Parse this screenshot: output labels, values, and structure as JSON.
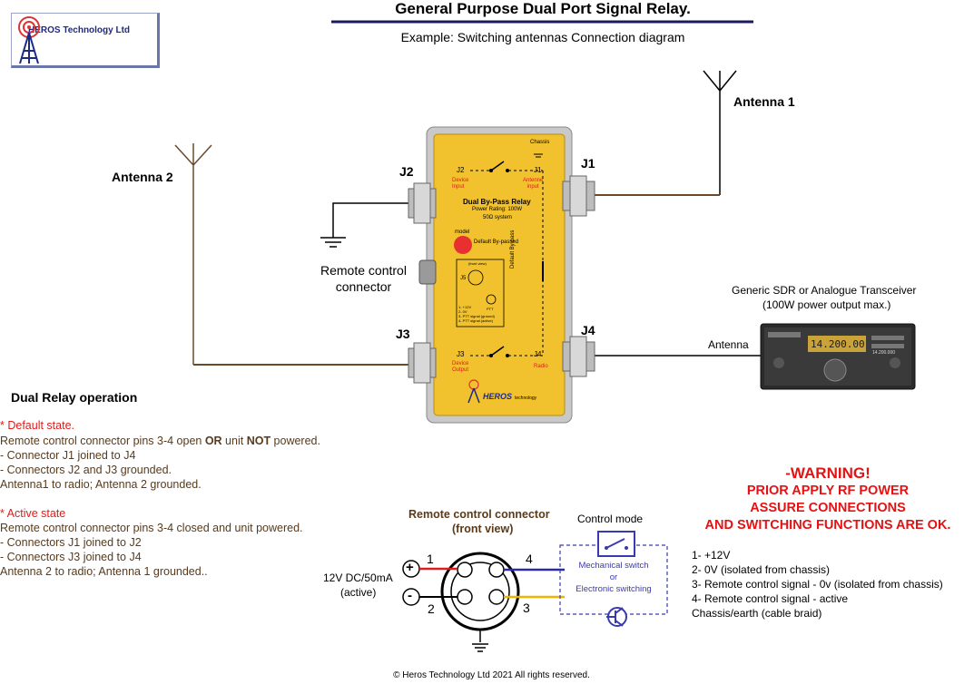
{
  "header": {
    "title": "General Purpose Dual Port Signal Relay.",
    "subtitle": "Example: Switching antennas Connection diagram",
    "logo_text": "HEROS Technology Ltd"
  },
  "antennas": {
    "antenna1": "Antenna 1",
    "antenna2": "Antenna 2"
  },
  "connectors": {
    "j1": "J1",
    "j2": "J2",
    "j3": "J3",
    "j4": "J4",
    "remote_control": "Remote control\nconnector"
  },
  "relay_unit": {
    "chassis": "Chassis",
    "j2": "J2",
    "j1": "J1",
    "device_input": "Device\nInput",
    "antenna_input": "Antenne\ninput",
    "title": "Dual By-Pass Relay",
    "power_rating": "Power Rating: 100W",
    "system": "50Ω system",
    "model": "model",
    "default_bypassed": "Default  By-passed",
    "default_bypass_vertical": "Default By-pass",
    "j5": "J5",
    "front_view": "(front view)",
    "ptt": "PTT",
    "pin_list": [
      "1- +12V",
      "2- 0V",
      "3- PTT signal (ground)",
      "4- PTT signal (active)"
    ],
    "j3": "J3",
    "j4": "J4",
    "device_output": "Device\nOutput",
    "radio": "Radio",
    "brand": "HEROS",
    "brand_sub": "technology"
  },
  "transceiver": {
    "caption_line1": "Generic SDR or Analogue Transceiver",
    "caption_line2": "(100W power output max.)",
    "antenna_label": "Antenna",
    "display_main": "14.200.00",
    "display_sub": "14.200.000"
  },
  "operation": {
    "heading": "Dual Relay operation",
    "default_title": "* Default state.",
    "default_line1_a": "Remote control connector pins 3-4 open ",
    "default_line1_b": "OR",
    "default_line1_c": " unit ",
    "default_line1_d": "NOT",
    "default_line1_e": " powered.",
    "default_lines": [
      "- Connector J1 joined to J4",
      "- Connectors J2 and J3 grounded.",
      "Antenna1 to radio; Antenna 2 grounded."
    ],
    "active_title": "* Active state",
    "active_lines": [
      "Remote control connector pins 3-4 closed and unit powered.",
      "- Connectors J1 joined to J2",
      "- Connectors J3 joined to J4",
      "Antenna 2 to radio; Antenna 1 grounded.."
    ]
  },
  "remote_connector": {
    "title_line1": "Remote control connector",
    "title_line2": "(front view)",
    "supply_line1": "12V DC/50mA",
    "supply_line2": "(active)",
    "plus": "+",
    "minus": "-",
    "pin1": "1",
    "pin2": "2",
    "pin3": "3",
    "pin4": "4",
    "control_mode": "Control mode",
    "mechanical": "Mechanical switch",
    "or": "or",
    "electronic": "Electronic switching"
  },
  "warning": {
    "line1": "-WARNING!",
    "line2": "PRIOR APPLY RF POWER",
    "line3": "ASSURE CONNECTIONS",
    "line4": "AND SWITCHING FUNCTIONS ARE OK."
  },
  "pinout": [
    "1- +12V",
    "2- 0V (isolated from chassis)",
    "3- Remote control signal - 0v (isolated from chassis)",
    "4- Remote control signal - active",
    "Chassis/earth (cable braid)"
  ],
  "footer": {
    "copyright": "© Heros Technology Ltd 2021 All rights reserved."
  },
  "colors": {
    "cable": "#6b4a2b",
    "relay_body": "#f2c12e",
    "title_rule": "#1a1a5e",
    "warning": "#e41212",
    "text_brown": "#5a3a1a",
    "wire_red": "#e01b1b",
    "wire_blue": "#2a2ab0",
    "wire_yellow": "#f0b400",
    "control_box": "#3a3ab0"
  },
  "icons": [
    "heros-logo-icon",
    "antenna-icon",
    "ground-icon",
    "switch-icon",
    "transistor-icon",
    "transceiver-icon"
  ]
}
